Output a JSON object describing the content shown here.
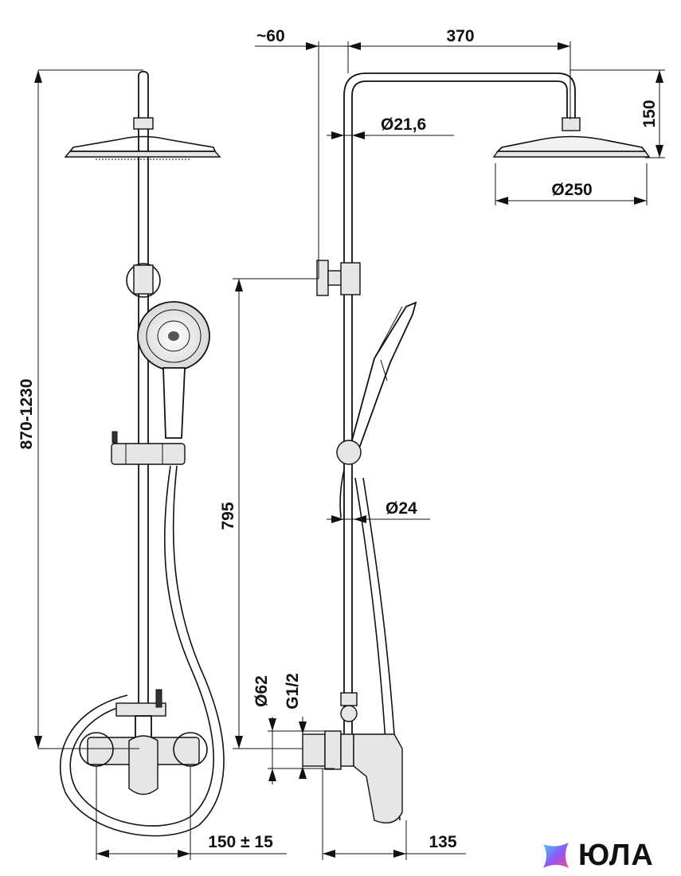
{
  "dimensions": {
    "overall_height": "870-1230",
    "offset_wall": "~60",
    "arm_length": "370",
    "arm_drop": "150",
    "pipe_diameter": "Ø21,6",
    "head_diameter": "Ø250",
    "bracket_height": "795",
    "slider_diameter": "Ø24",
    "flange_diameter": "Ø62",
    "thread": "G1/2",
    "inlet_spacing": "150 ± 15",
    "mixer_depth": "135"
  },
  "logo": {
    "text": "ЮЛА"
  }
}
